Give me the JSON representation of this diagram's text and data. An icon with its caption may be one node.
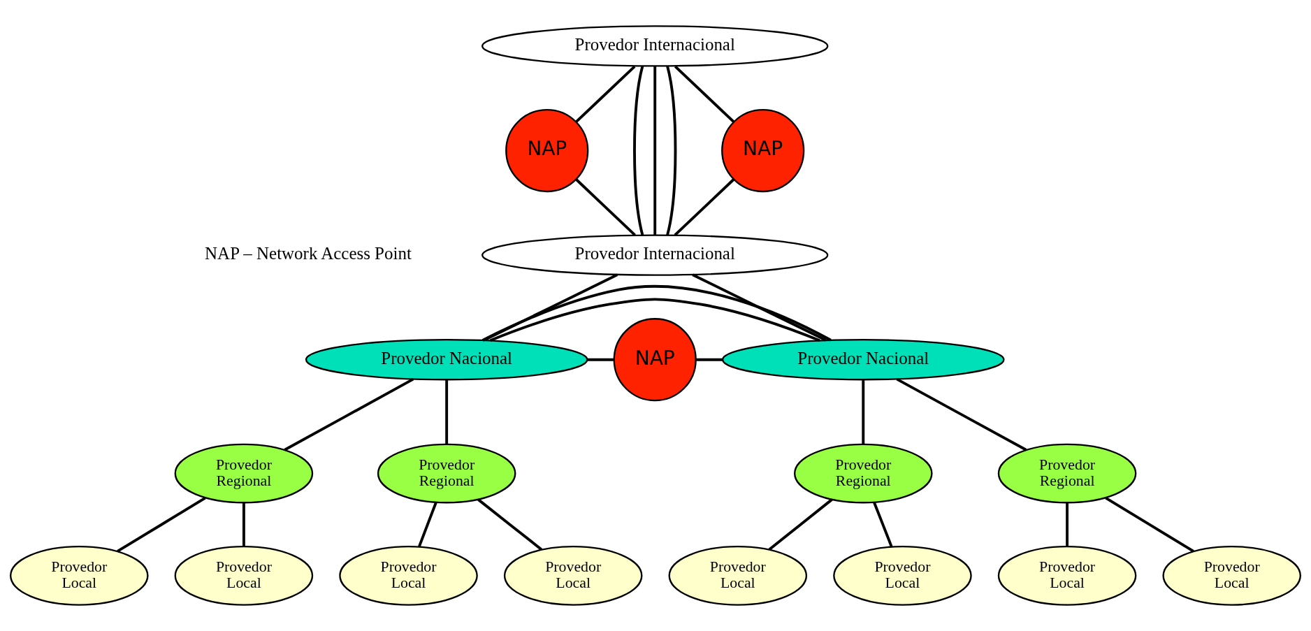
{
  "diagram": {
    "nodes": [
      {
        "text": [
          "Provedor Internacional"
        ]
      },
      {
        "text": [
          "NAP"
        ]
      },
      {
        "text": [
          "NAP"
        ]
      },
      {
        "text": [
          "Provedor Internacional"
        ]
      },
      {
        "text": [
          "Provedor Nacional"
        ]
      },
      {
        "text": [
          "NAP"
        ]
      },
      {
        "text": [
          "Provedor Nacional"
        ]
      },
      {
        "text": [
          "Provedor Regional"
        ]
      },
      {
        "text": [
          "Provedor Regional"
        ]
      },
      {
        "text": [
          "Provedor Regional"
        ]
      },
      {
        "text": [
          "Provedor Regional"
        ]
      },
      {
        "text": [
          "Provedor Local"
        ]
      },
      {
        "text": [
          "Provedor Local"
        ]
      },
      {
        "text": [
          "Provedor Local"
        ]
      },
      {
        "text": [
          "Provedor Local"
        ]
      },
      {
        "text": [
          "Provedor Local"
        ]
      },
      {
        "text": [
          "Provedor Local"
        ]
      },
      {
        "text": [
          "Provedor Local"
        ]
      },
      {
        "text": [
          "Provedor Local"
        ]
      }
    ],
    "edges": [
      {
        "from": 1,
        "to": 0,
        "arrow": "none"
      },
      {
        "from": 1,
        "to": 3,
        "arrow": "none"
      },
      {
        "from": 0,
        "to": 2,
        "arrow": "none"
      },
      {
        "from": 3,
        "to": 2,
        "arrow": "none"
      },
      {
        "from": 0,
        "to": 3,
        "arrow": "none"
      },
      {
        "from": 0,
        "to": 3,
        "arrow": "none"
      },
      {
        "from": 0,
        "to": 3,
        "arrow": "none"
      },
      {
        "from": 3,
        "to": 4,
        "arrow": "none"
      },
      {
        "from": 3,
        "to": 6,
        "arrow": "none"
      },
      {
        "from": 4,
        "to": 5,
        "arrow": "none"
      },
      {
        "from": 5,
        "to": 6,
        "arrow": "none"
      },
      {
        "from": 4,
        "to": 6,
        "arrow": "none"
      },
      {
        "from": 4,
        "to": 6,
        "arrow": "none"
      },
      {
        "from": 4,
        "to": 7,
        "arrow": "none"
      },
      {
        "from": 4,
        "to": 8,
        "arrow": "none"
      },
      {
        "from": 6,
        "to": 9,
        "arrow": "none"
      },
      {
        "from": 6,
        "to": 10,
        "arrow": "none"
      },
      {
        "from": 7,
        "to": 11,
        "arrow": "none"
      },
      {
        "from": 7,
        "to": 12,
        "arrow": "none"
      },
      {
        "from": 8,
        "to": 13,
        "arrow": "none"
      },
      {
        "from": 8,
        "to": 14,
        "arrow": "none"
      },
      {
        "from": 9,
        "to": 15,
        "arrow": "none"
      },
      {
        "from": 9,
        "to": 16,
        "arrow": "none"
      },
      {
        "from": 10,
        "to": 17,
        "arrow": "none"
      },
      {
        "from": 10,
        "to": 18,
        "arrow": "none"
      }
    ],
    "labels": [
      "NAP – Network Access Point"
    ]
  }
}
